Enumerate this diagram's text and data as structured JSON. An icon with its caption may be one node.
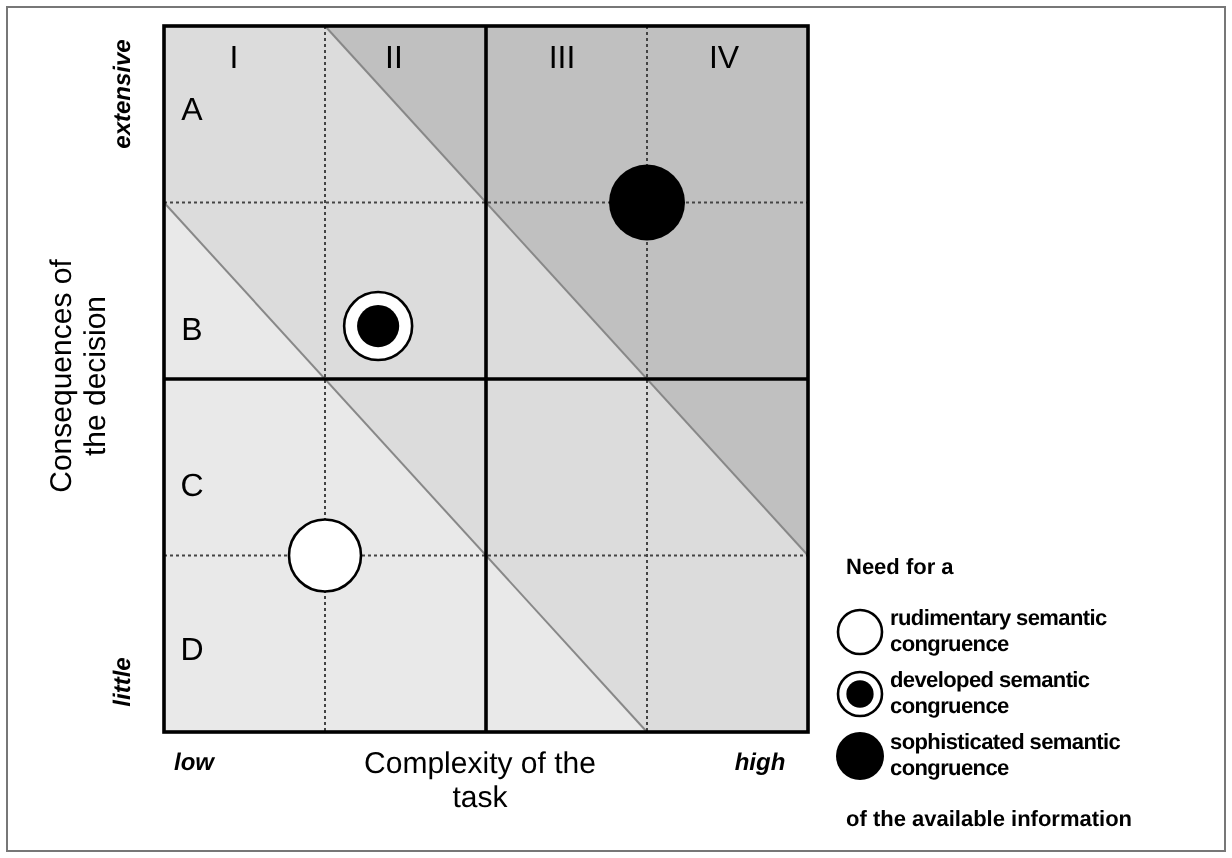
{
  "diagram": {
    "labels": [
      "I",
      "II",
      "III",
      "IV",
      "A",
      "B",
      "C",
      "D",
      "extensive",
      "Consequences of the decision",
      "little",
      "low",
      "Complexity of the task",
      "high",
      "Need for a",
      "of the available information"
    ],
    "legend": [
      {
        "text": "rudimentary semantic congruence"
      },
      {
        "text": "developed semantic congruence"
      },
      {
        "text": "sophisticated semantic congruence"
      }
    ]
  }
}
